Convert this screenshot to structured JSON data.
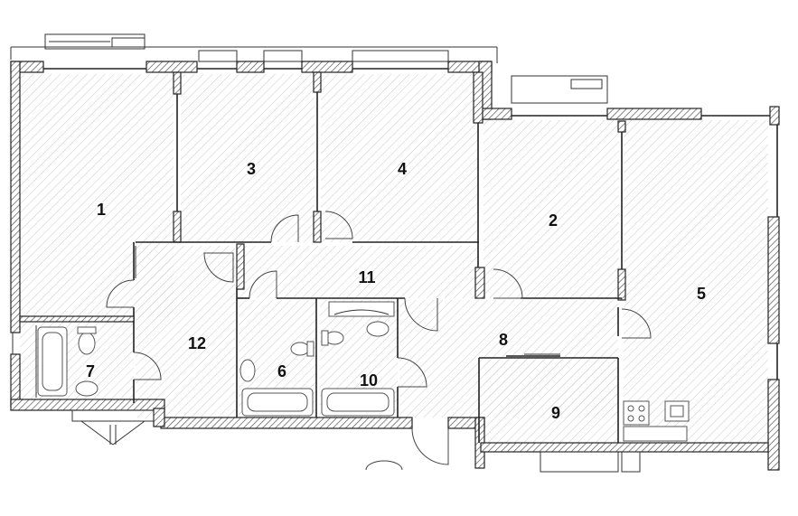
{
  "rooms": [
    {
      "id": "1",
      "label": "1"
    },
    {
      "id": "2",
      "label": "2"
    },
    {
      "id": "3",
      "label": "3"
    },
    {
      "id": "4",
      "label": "4"
    },
    {
      "id": "5",
      "label": "5"
    },
    {
      "id": "6",
      "label": "6"
    },
    {
      "id": "7",
      "label": "7"
    },
    {
      "id": "8",
      "label": "8"
    },
    {
      "id": "9",
      "label": "9"
    },
    {
      "id": "10",
      "label": "10"
    },
    {
      "id": "11",
      "label": "11"
    },
    {
      "id": "12",
      "label": "12"
    }
  ],
  "colors": {
    "wall_stroke": "#222222",
    "hatch": "#b5b5b5",
    "background": "#ffffff"
  }
}
